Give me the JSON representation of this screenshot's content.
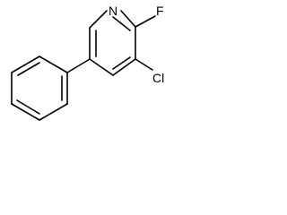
{
  "molecule": {
    "atoms": {
      "nitrogen": "N",
      "fluorine": "F",
      "chlorine": "Cl"
    },
    "colors": {
      "bond": "#000000",
      "label": "#000000",
      "background": "#ffffff"
    }
  }
}
